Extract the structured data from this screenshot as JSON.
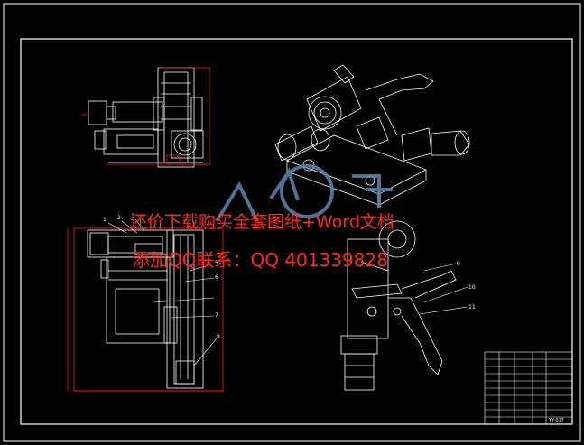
{
  "watermark": {
    "line1": "还价下载购买全套图纸+Word文档",
    "line2": "添加QQ联系：QQ 401339828",
    "logo_text": "人人文库"
  },
  "callouts": {
    "top_left": [
      "1",
      "2",
      "3"
    ],
    "left_middle": [
      "5",
      "6",
      "7",
      "8"
    ],
    "right": [
      "9",
      "10",
      "11"
    ]
  },
  "title_block": {
    "drawing_title": "",
    "code": "YY-017"
  },
  "colors": {
    "background": "#000000",
    "frame": "#ffffff",
    "red_lines": "#ff2020",
    "watermark_text": "#ff2a1a",
    "logo": "#6b8fb5"
  }
}
